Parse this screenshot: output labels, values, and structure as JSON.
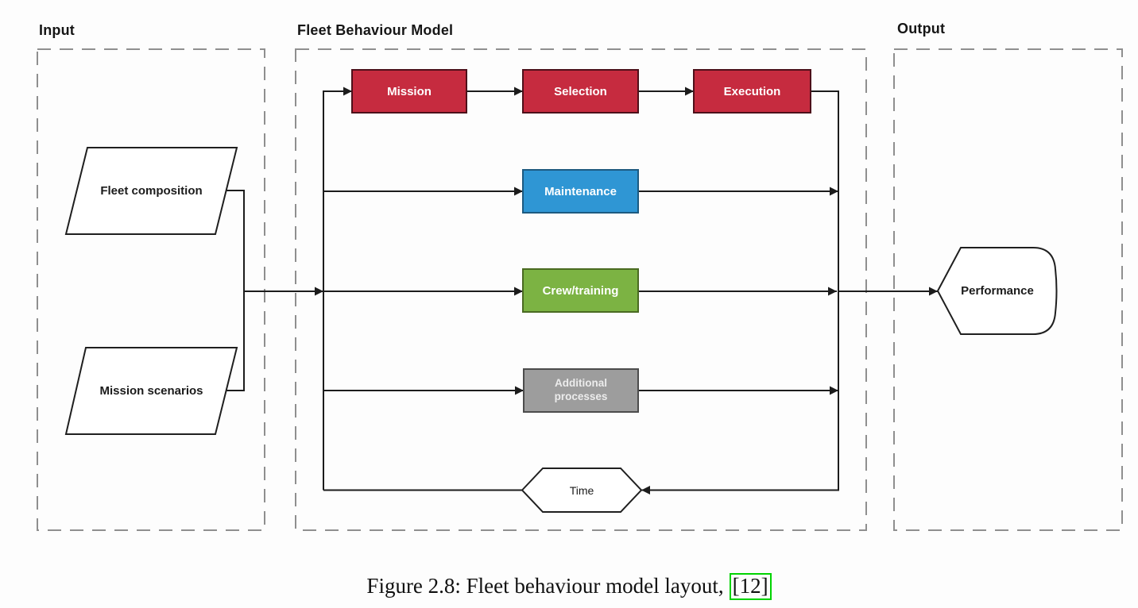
{
  "sections": {
    "input": {
      "label": "Input"
    },
    "model": {
      "label": "Fleet Behaviour Model"
    },
    "output": {
      "label": "Output"
    }
  },
  "nodes": {
    "fleet_composition": {
      "label": "Fleet composition",
      "shape": "parallelogram"
    },
    "mission_scenarios": {
      "label": "Mission scenarios",
      "shape": "parallelogram"
    },
    "mission": {
      "label": "Mission",
      "shape": "rect"
    },
    "selection": {
      "label": "Selection",
      "shape": "rect"
    },
    "execution": {
      "label": "Execution",
      "shape": "rect"
    },
    "maintenance": {
      "label": "Maintenance",
      "shape": "rect"
    },
    "crew_training": {
      "label": "Crew/training",
      "shape": "rect"
    },
    "additional_processes": {
      "label": "Additional processes",
      "shape": "rect"
    },
    "time": {
      "label": "Time",
      "shape": "hexagon"
    },
    "performance": {
      "label": "Performance",
      "shape": "display"
    }
  },
  "colors": {
    "red": "#c62b3f",
    "blue": "#2f96d4",
    "green": "#7cb343",
    "gray": "#9d9d9d",
    "line": "#1c1c1c",
    "dash_border": "#8f8f8f",
    "citation_border": "#00d300"
  },
  "caption": {
    "prefix": "Figure 2.8: Fleet behaviour model layout,",
    "citation": "[12]"
  }
}
